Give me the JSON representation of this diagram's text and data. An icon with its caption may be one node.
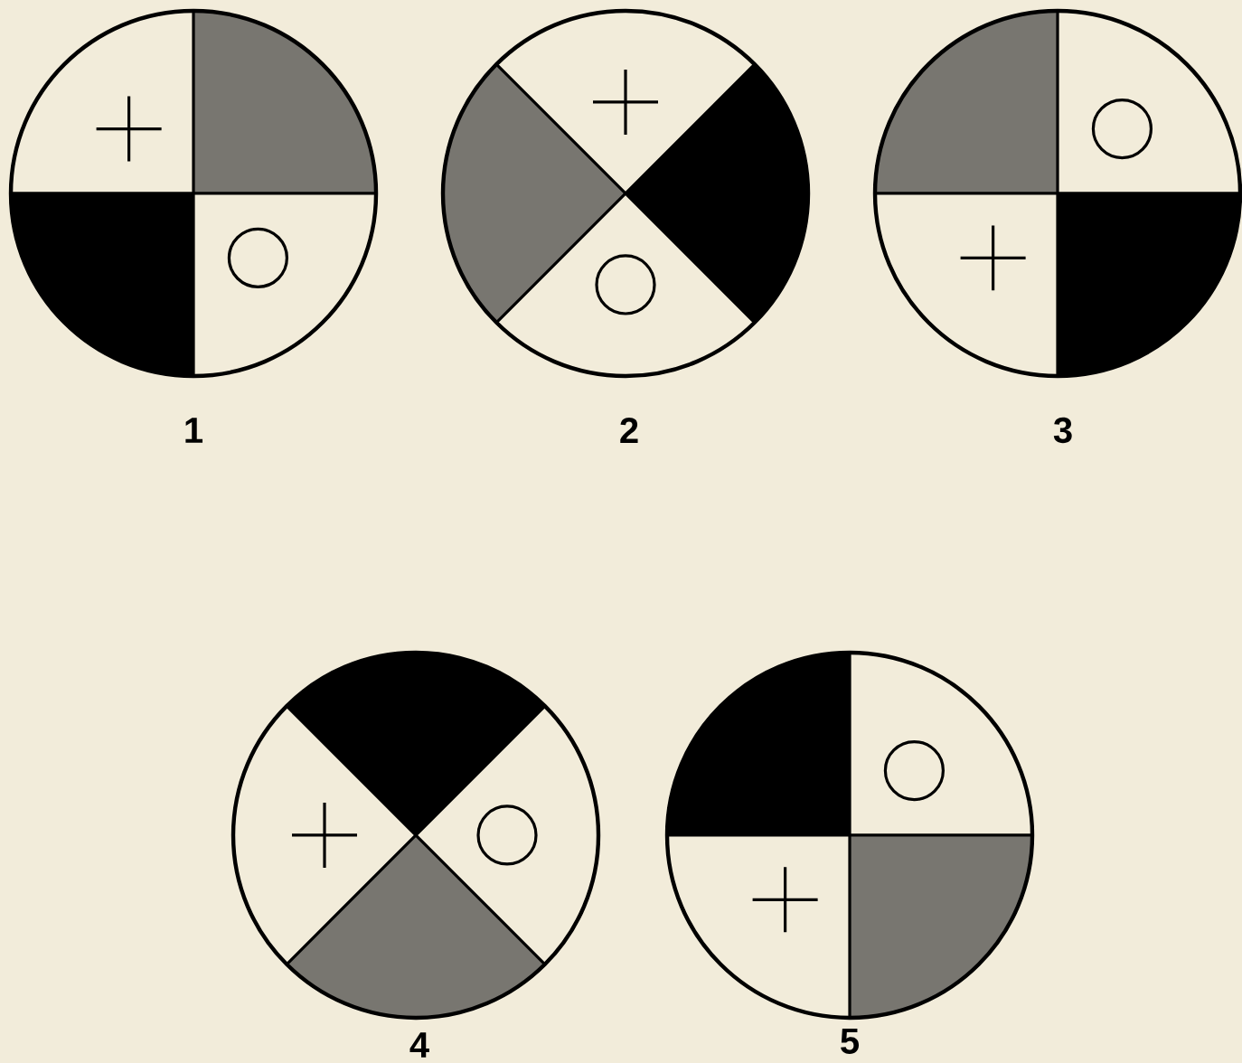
{
  "diagram": {
    "nodes": [
      {
        "text": [],
        "shape": "circle",
        "beside": [
          "1"
        ]
      },
      {
        "text": [],
        "shape": "circle",
        "beside": [
          "2"
        ]
      },
      {
        "text": [],
        "shape": "circle",
        "beside": [
          "3"
        ]
      },
      {
        "text": [],
        "shape": "circle",
        "beside": [
          "4"
        ]
      },
      {
        "text": [],
        "shape": "circle",
        "beside": [
          "5"
        ]
      }
    ]
  }
}
